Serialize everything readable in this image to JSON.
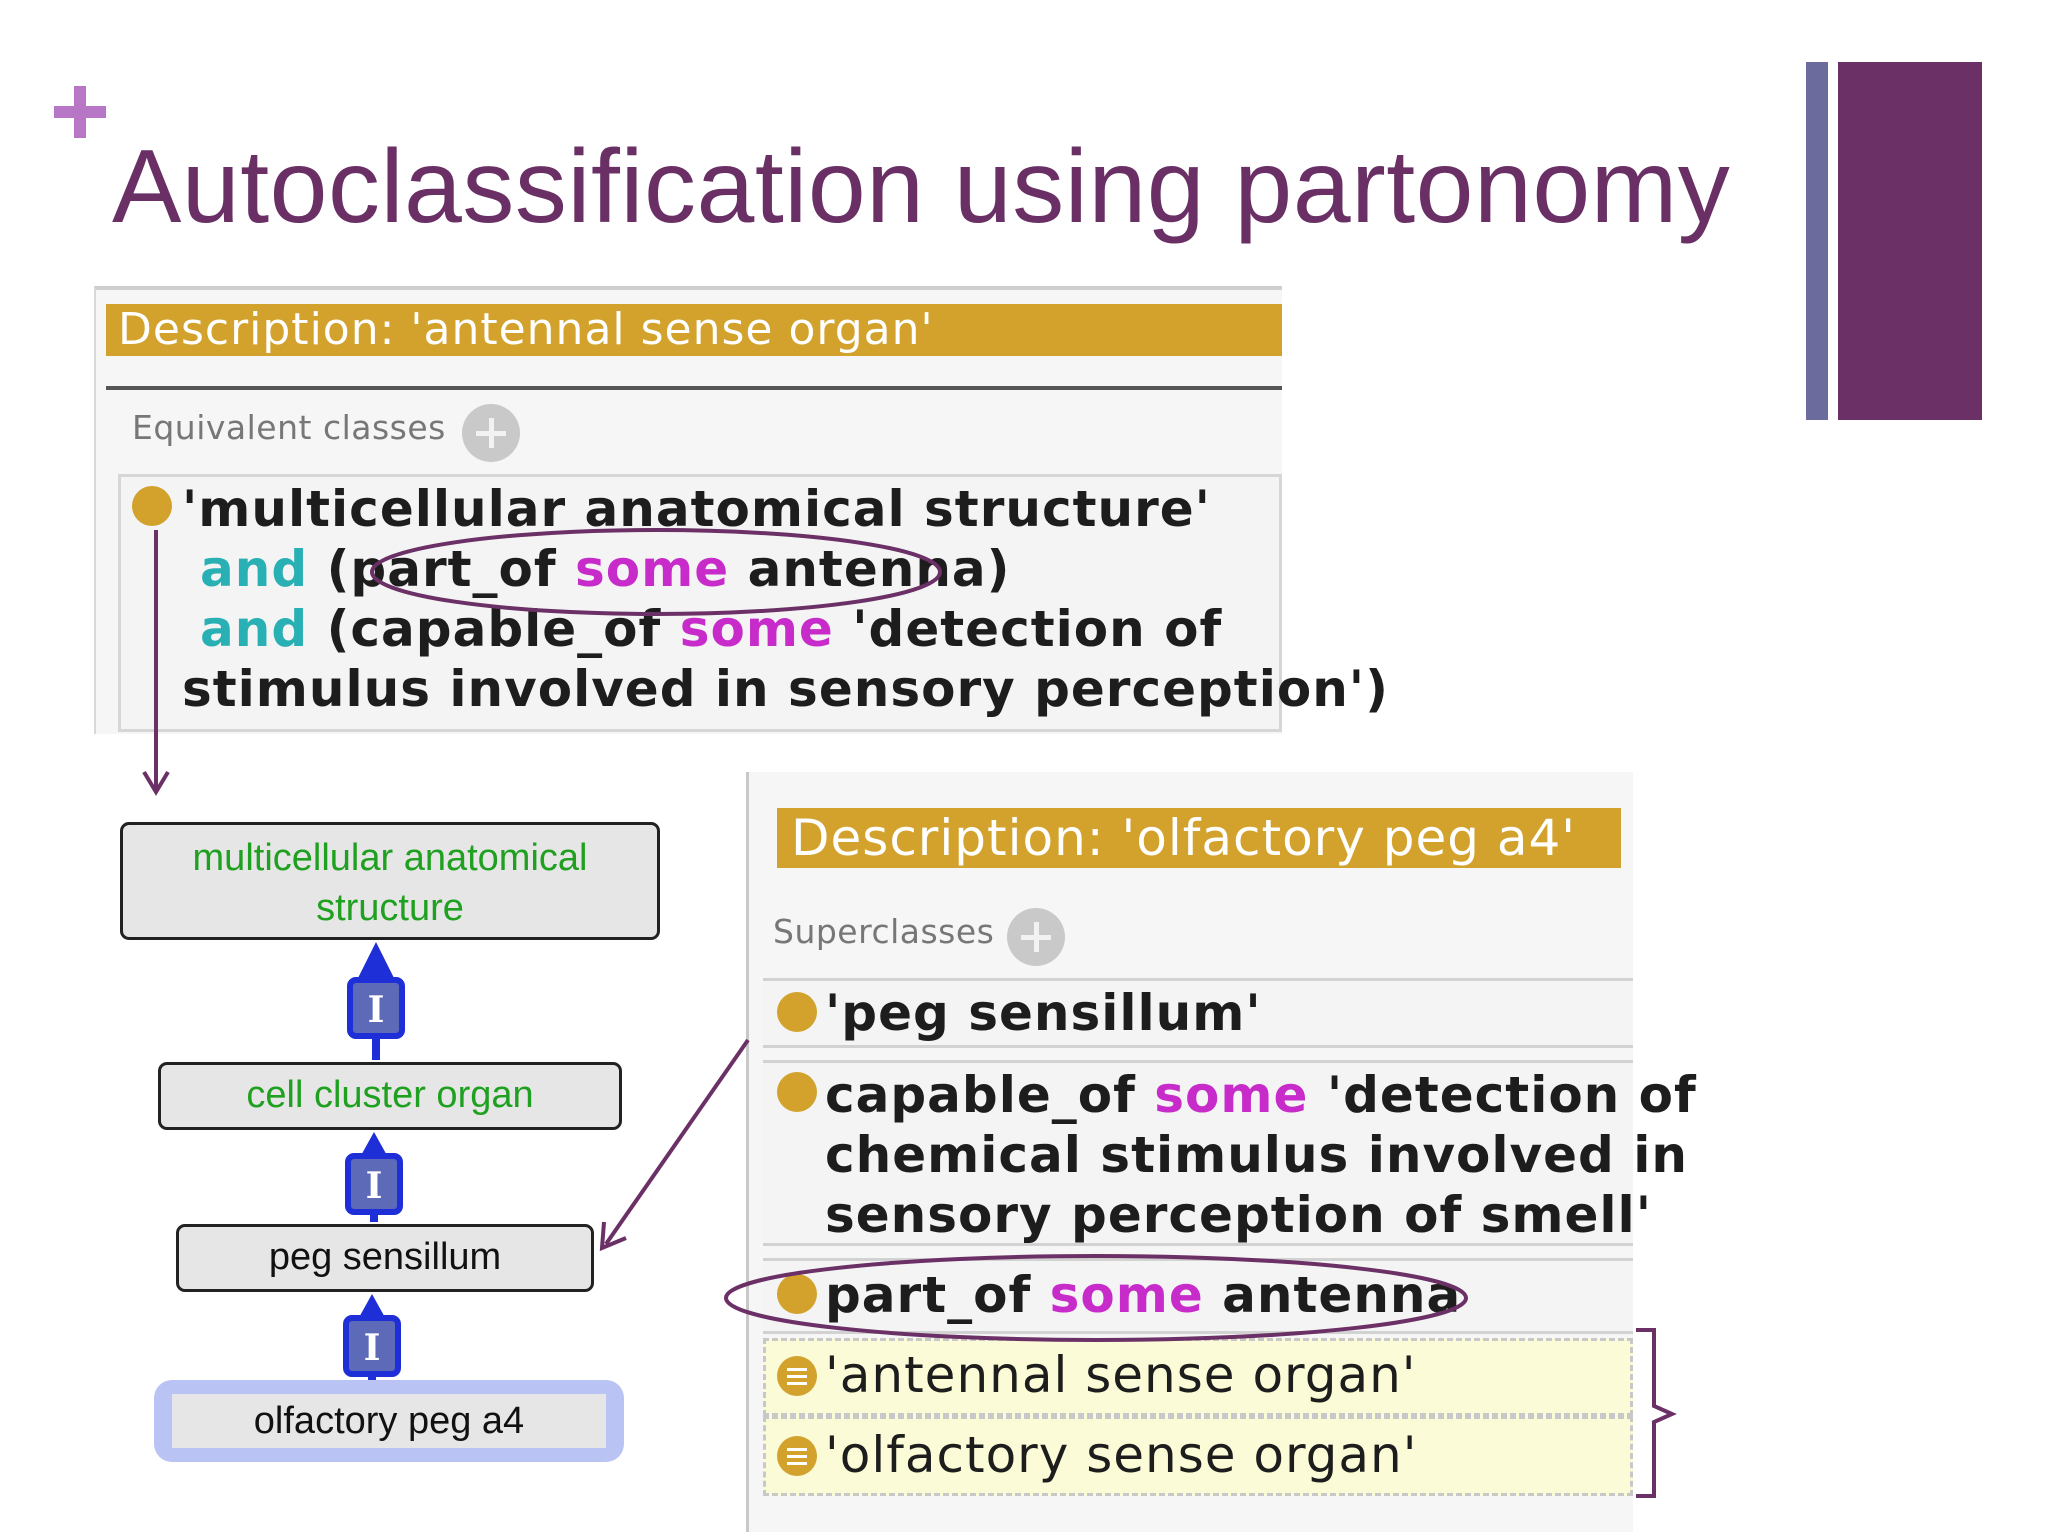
{
  "slide": {
    "title": "Autoclassification using partonomy"
  },
  "panel_antennal": {
    "description": "Description: 'antennal sense organ'",
    "section_label": "Equivalent classes",
    "expression": {
      "line1": "'multicellular anatomical structure'",
      "line2_and": "and",
      "line2_open": "(part_of",
      "line2_some": "some",
      "line2_rest": "antenna)",
      "line3_and": "and",
      "line3_open": "(capable_of",
      "line3_some": "some",
      "line3_rest": "'detection of",
      "line4": "stimulus involved in sensory perception')"
    }
  },
  "hierarchy": {
    "node1_line1": "multicellular anatomical",
    "node1_line2": "structure",
    "node2": "cell cluster organ",
    "node3": "peg sensillum",
    "node4": "olfactory peg a4",
    "edge_label": "I"
  },
  "panel_olfactory": {
    "description": "Description: 'olfactory peg a4'",
    "section_label": "Superclasses",
    "row1": "'peg sensillum'",
    "row2_a": "capable_of",
    "row2_some": "some",
    "row2_b": "'detection of",
    "row2_line2": "chemical stimulus involved in",
    "row2_line3": "sensory perception of smell'",
    "row3_a": "part_of",
    "row3_some": "some",
    "row3_b": "antenna",
    "inferred1": "'antennal sense organ'",
    "inferred2": "'olfactory sense organ'"
  },
  "colors": {
    "title": "#6a3066",
    "accent_gold": "#d2a22c",
    "keyword_and": "#28b0b4",
    "keyword_some": "#c72bc9",
    "annotation_purple": "#6b3066",
    "edge_blue": "#1f2fd8"
  },
  "icons": [
    "plus-icon",
    "add-circle-icon",
    "class-bullet-icon",
    "inferred-bullet-icon",
    "arrow-icon"
  ]
}
